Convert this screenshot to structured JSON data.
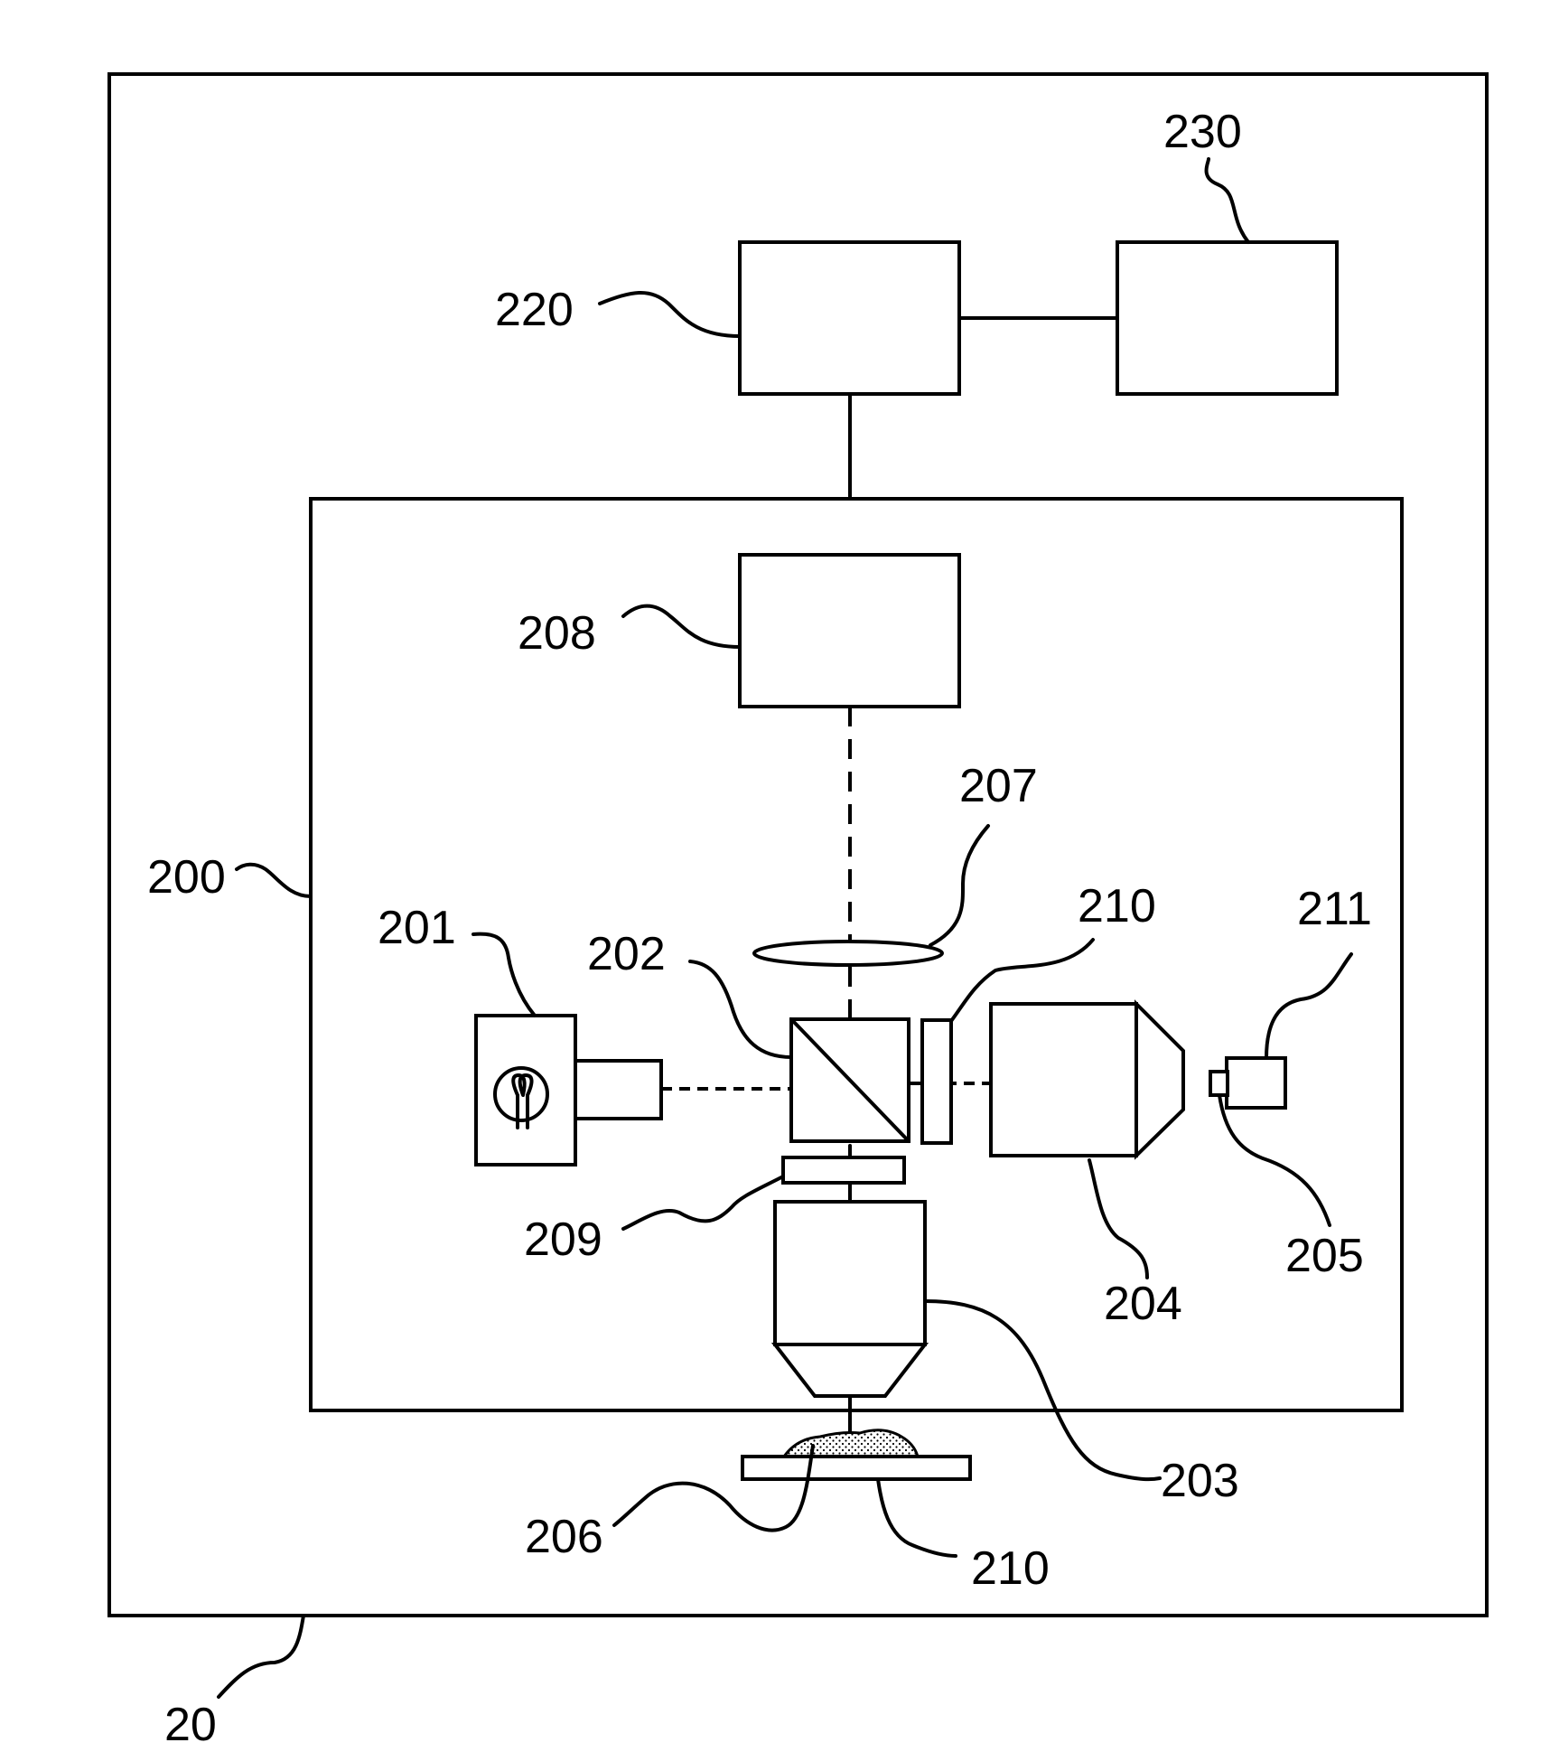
{
  "labels": {
    "system": "20",
    "device": "200",
    "light_source": "201",
    "beam_splitter": "202",
    "objective": "203",
    "lens_204": "204",
    "element_205": "205",
    "sample": "206",
    "lens_207": "207",
    "detector": "208",
    "filter_209": "209",
    "filter_210": "210",
    "slide_210": "210",
    "element_211": "211",
    "unit_220": "220",
    "unit_230": "230"
  }
}
